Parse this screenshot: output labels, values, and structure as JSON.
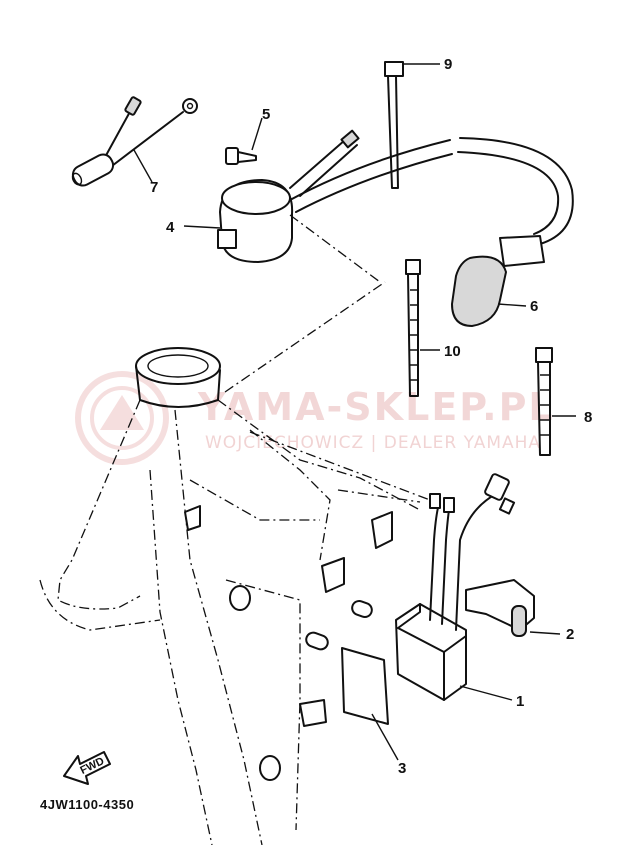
{
  "diagram": {
    "code": "4JW1100-4350",
    "fwd_label": "FWD",
    "watermark": {
      "line1": "YAMA-SKLEP.PL",
      "line2": "WOJCIECHOWICZ | DEALER YAMAHA",
      "color": "#e9b7b7"
    },
    "callouts": [
      "1",
      "2",
      "3",
      "4",
      "5",
      "6",
      "7",
      "8",
      "9",
      "10"
    ]
  }
}
